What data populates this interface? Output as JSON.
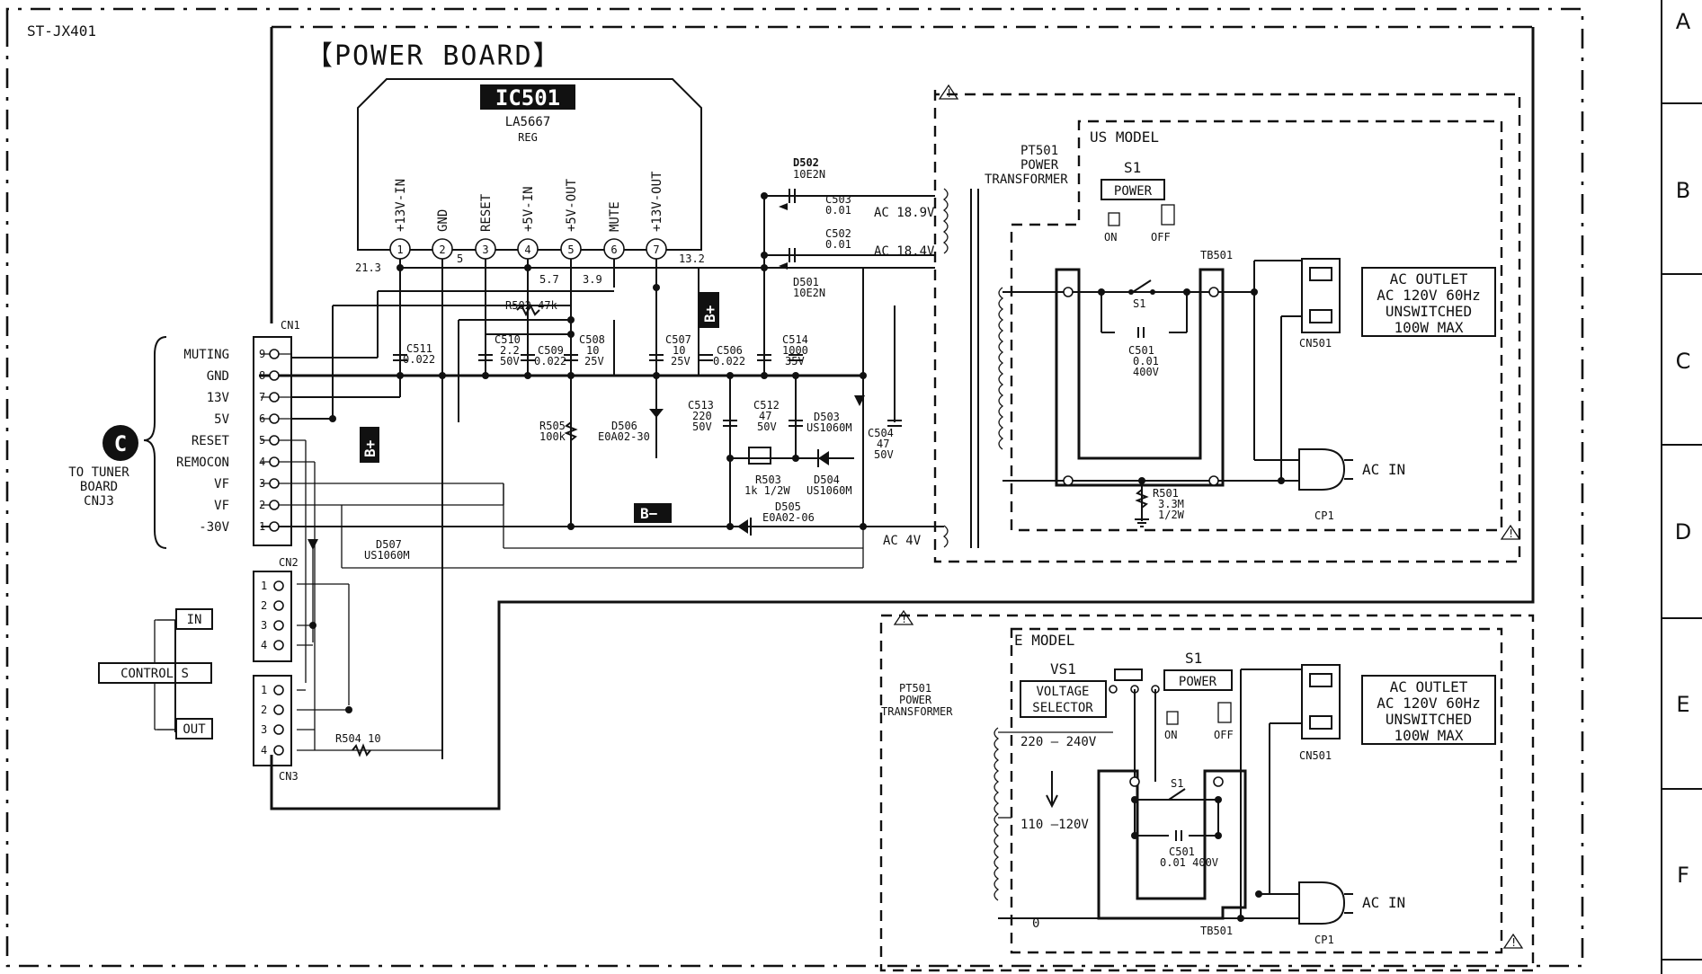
{
  "model": "ST-JX401",
  "board_title": "【POWER BOARD】",
  "ic": {
    "ref": "IC501",
    "part": "LA5667",
    "func": "REG",
    "pins": [
      "+13V-IN",
      "GND",
      "RESET",
      "+5V-IN",
      "+5V-OUT",
      "MUTE",
      "+13V-OUT"
    ],
    "pin_numbers": [
      "1",
      "2",
      "3",
      "4",
      "5",
      "6",
      "7"
    ]
  },
  "voltages": {
    "v1": "21.3",
    "v3": "5",
    "v4": "5.7",
    "v6": "3.9",
    "v7": "13.2"
  },
  "markers": {
    "bplus": "B+",
    "bminus": "B−",
    "c_badge": "C"
  },
  "cn1": {
    "label": "CN1",
    "pins": [
      {
        "n": "9",
        "label": "MUTING"
      },
      {
        "n": "8",
        "label": "GND"
      },
      {
        "n": "7",
        "label": "13V"
      },
      {
        "n": "6",
        "label": "5V"
      },
      {
        "n": "5",
        "label": "RESET"
      },
      {
        "n": "4",
        "label": "REMOCON"
      },
      {
        "n": "3",
        "label": "VF"
      },
      {
        "n": "2",
        "label": "VF"
      },
      {
        "n": "1",
        "label": "-30V"
      }
    ]
  },
  "to_tuner": [
    "TO TUNER",
    "BOARD",
    "CNJ3"
  ],
  "cn2": {
    "label": "CN2",
    "pins": [
      "1",
      "2",
      "3",
      "4"
    ]
  },
  "cn3": {
    "label": "CN3",
    "pins": [
      "1",
      "2",
      "3",
      "4"
    ]
  },
  "control": {
    "in": "IN",
    "label": "CONTROL S",
    "out": "OUT"
  },
  "components": {
    "c511": [
      "C511",
      "0.022"
    ],
    "c510": [
      "C510",
      "2.2",
      "50V"
    ],
    "c509": [
      "C509",
      "0.022"
    ],
    "c508": [
      "C508",
      "10",
      "25V"
    ],
    "c507": [
      "C507",
      "10",
      "25V"
    ],
    "c506": [
      "C506",
      "0.022"
    ],
    "c514": [
      "C514",
      "1000",
      "35V"
    ],
    "c513": [
      "C513",
      "220",
      "50V"
    ],
    "c512": [
      "C512",
      "47",
      "50V"
    ],
    "c504": [
      "C504",
      "47",
      "50V"
    ],
    "c503": [
      "C503",
      "0.01"
    ],
    "c502": [
      "C502",
      "0.01"
    ],
    "r502": "R502 47k",
    "r505": [
      "R505",
      "100k"
    ],
    "r503": [
      "R503",
      "1k 1/2W"
    ],
    "r504": "R504 10",
    "d502": [
      "D502",
      "10E2N"
    ],
    "d501": [
      "D501",
      "10E2N"
    ],
    "d503": [
      "D503",
      "US1060M"
    ],
    "d504": [
      "D504",
      "US1060M"
    ],
    "d505": [
      "D505",
      "E0A02-06"
    ],
    "d506": [
      "D506",
      "E0A02-30"
    ],
    "d507": [
      "D507",
      "US1060M"
    ]
  },
  "transformer": {
    "ref": "PT501",
    "lines": [
      "PT501",
      "POWER",
      "TRANSFORMER"
    ],
    "ac1": "AC 18.9V",
    "ac2": "AC 18.4V",
    "ac3": "AC 4V"
  },
  "us": {
    "title": "US MODEL",
    "s1": "S1",
    "power": "POWER",
    "on": "ON",
    "off": "OFF",
    "tb": "TB501",
    "s1b": "S1",
    "c501": [
      "C501",
      "0.01",
      "400V"
    ],
    "r501": [
      "R501",
      "3.3M",
      "1/2W"
    ],
    "cn501": "CN501",
    "outlet": [
      "AC OUTLET",
      "AC 120V 60Hz",
      "UNSWITCHED",
      "100W MAX"
    ],
    "acin": "AC IN",
    "cp": "CP1"
  },
  "e": {
    "title": "E MODEL",
    "vs1": "VS1",
    "selector": [
      "VOLTAGE",
      "SELECTOR"
    ],
    "s1": "S1",
    "power": "POWER",
    "on": "ON",
    "off": "OFF",
    "v220": "220 — 240V",
    "v110": "110 —120V",
    "zero": "0",
    "s1b": "S1",
    "c501": [
      "C501",
      "0.01 400V"
    ],
    "tb": "TB501",
    "cn501": "CN501",
    "outlet": [
      "AC OUTLET",
      "AC 120V 60Hz",
      "UNSWITCHED",
      "100W MAX"
    ],
    "acin": "AC IN",
    "cp": "CP1",
    "pt": [
      "PT501",
      "POWER",
      "TRANSFORMER"
    ]
  },
  "grid": [
    "A",
    "B",
    "C",
    "D",
    "E",
    "F"
  ],
  "warning": "!"
}
